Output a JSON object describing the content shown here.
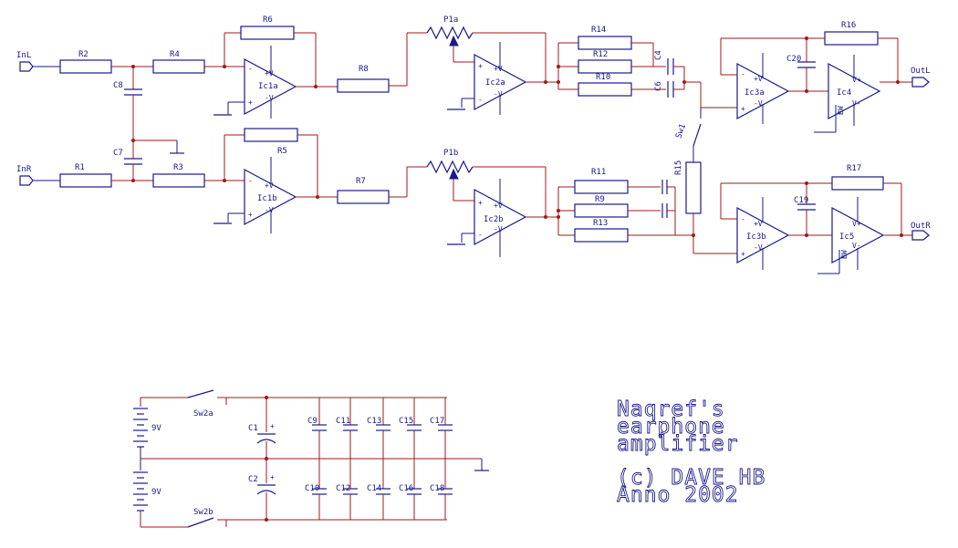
{
  "schematic": {
    "inputs": {
      "left": "InL",
      "right": "InR"
    },
    "outputs": {
      "left": "OutL",
      "right": "OutR"
    },
    "resistors": {
      "r1": "R1",
      "r2": "R2",
      "r3": "R3",
      "r4": "R4",
      "r5": "R5",
      "r6": "R6",
      "r7": "R7",
      "r8": "R8",
      "r9": "R9",
      "r10": "R10",
      "r11": "R11",
      "r12": "R12",
      "r13": "R13",
      "r14": "R14",
      "r15": "R15",
      "r16": "R16",
      "r17": "R17"
    },
    "capacitors": {
      "c1": "C1",
      "c2": "C2",
      "c4": "C4",
      "c6": "C6",
      "c7": "C7",
      "c8": "C8",
      "c9": "C9",
      "c10": "C10",
      "c11": "C11",
      "c12": "C12",
      "c13": "C13",
      "c14": "C14",
      "c15": "C15",
      "c16": "C16",
      "c17": "C17",
      "c18": "C18",
      "c19": "C19",
      "c20": "C20"
    },
    "potentiometers": {
      "p1a": "P1a",
      "p1b": "P1b"
    },
    "ics": {
      "ic1a": "Ic1a",
      "ic1b": "Ic1b",
      "ic2a": "Ic2a",
      "ic2b": "Ic2b",
      "ic3a": "Ic3a",
      "ic3b": "Ic3b",
      "ic4": "Ic4",
      "ic5": "Ic5"
    },
    "switches": {
      "sw1": "Sw1",
      "sw2a": "Sw2a",
      "sw2b": "Sw2b"
    },
    "batteries": {
      "top": "9V",
      "bottom": "9V"
    },
    "pins": {
      "vplus": "+V",
      "vminus": "-V",
      "plus": "+",
      "minus": "-",
      "vplus2": "V+",
      "vminus2": "V-",
      "bw": "BW"
    }
  },
  "title_block": {
    "line1": "Naqref's",
    "line2": "earphone",
    "line3": "amplifier",
    "line4": "(c) DAVE HB",
    "line5": "Anno 2002"
  },
  "colors": {
    "component": "#1a1a8c",
    "wire": "#a01818",
    "background": "#ffffff"
  }
}
